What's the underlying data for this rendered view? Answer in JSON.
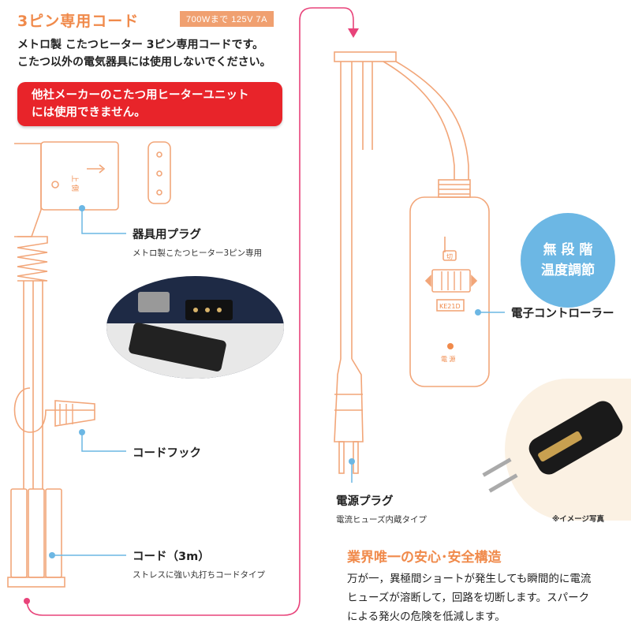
{
  "header": {
    "title": "3ピン専用コード",
    "spec": "700Wまで 125V 7A",
    "intro_line1": "メトロ製 こたつヒーター 3ピン専用コードです。",
    "intro_line2": "こたつ以外の電気器具には使用しないでください。",
    "warning_line1": "他社メーカーのこたつ用ヒーターユニット",
    "warning_line2": "には使用できません。"
  },
  "callouts": {
    "plug_label": "器具用プラグ",
    "plug_sub": "メトロ製こたつヒーター3ピン専用",
    "hook_label": "コードフック",
    "cord_label": "コード（3m）",
    "cord_sub": "ストレスに強い丸打ちコードタイプ",
    "controller_label": "電子コントローラー",
    "power_plug_label": "電源プラグ",
    "power_plug_sub": "電流ヒューズ内蔵タイプ"
  },
  "diagram_text": {
    "plug_marking": "上 側",
    "switch_off": "切",
    "model": "KE21D",
    "power_indicator": "電 源"
  },
  "badge": {
    "line1": "無 段 階",
    "line2": "温度調節"
  },
  "photo_note": "※イメージ写真",
  "safety": {
    "title": "業界唯一の安心･安全構造",
    "line1": "万が一，異極間ショートが発生しても瞬間的に電流",
    "line2": "ヒューズが溶断して，回路を切断します。スパーク",
    "line3": "による発火の危険を低減します。"
  },
  "colors": {
    "accent_orange": "#f08a4b",
    "outline": "#f2a679",
    "callout_blue": "#6cb7e4",
    "warning_red": "#e8242a",
    "connector_pink": "#e8437a"
  }
}
